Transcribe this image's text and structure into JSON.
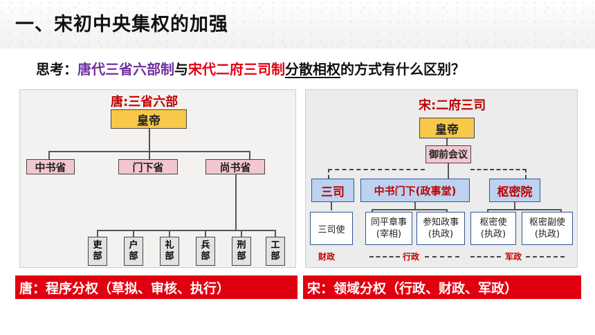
{
  "title": "一、宋初中央集权的加强",
  "question": {
    "prefix": "思考：",
    "tang_system": "唐代三省六部制",
    "conj": "与",
    "song_system": "宋代二府三司制",
    "suffix_underlined": "分散相权",
    "suffix_rest": "的方式有什么区别？"
  },
  "tang_chart": {
    "title": "唐:三省六部",
    "emperor": "皇帝",
    "departments": [
      "中书省",
      "门下省",
      "尚书省"
    ],
    "ministries": [
      "吏部",
      "户部",
      "礼部",
      "兵部",
      "刑部",
      "工部"
    ]
  },
  "song_chart": {
    "title": "宋:二府三司",
    "emperor": "皇帝",
    "council": "御前会议",
    "branches": [
      "三司",
      "中书门下(政事堂)",
      "枢密院"
    ],
    "officials": [
      "三司使",
      "同平章事\n(宰相)",
      "参知政事\n(执政)",
      "枢密使\n(执政)",
      "枢密副使\n(执政)"
    ],
    "domains": [
      "财政",
      "行政",
      "军政"
    ]
  },
  "captions": {
    "tang": "唐：程序分权（草拟、审核、执行）",
    "song": "宋：领域分权（行政、财政、军政）"
  }
}
